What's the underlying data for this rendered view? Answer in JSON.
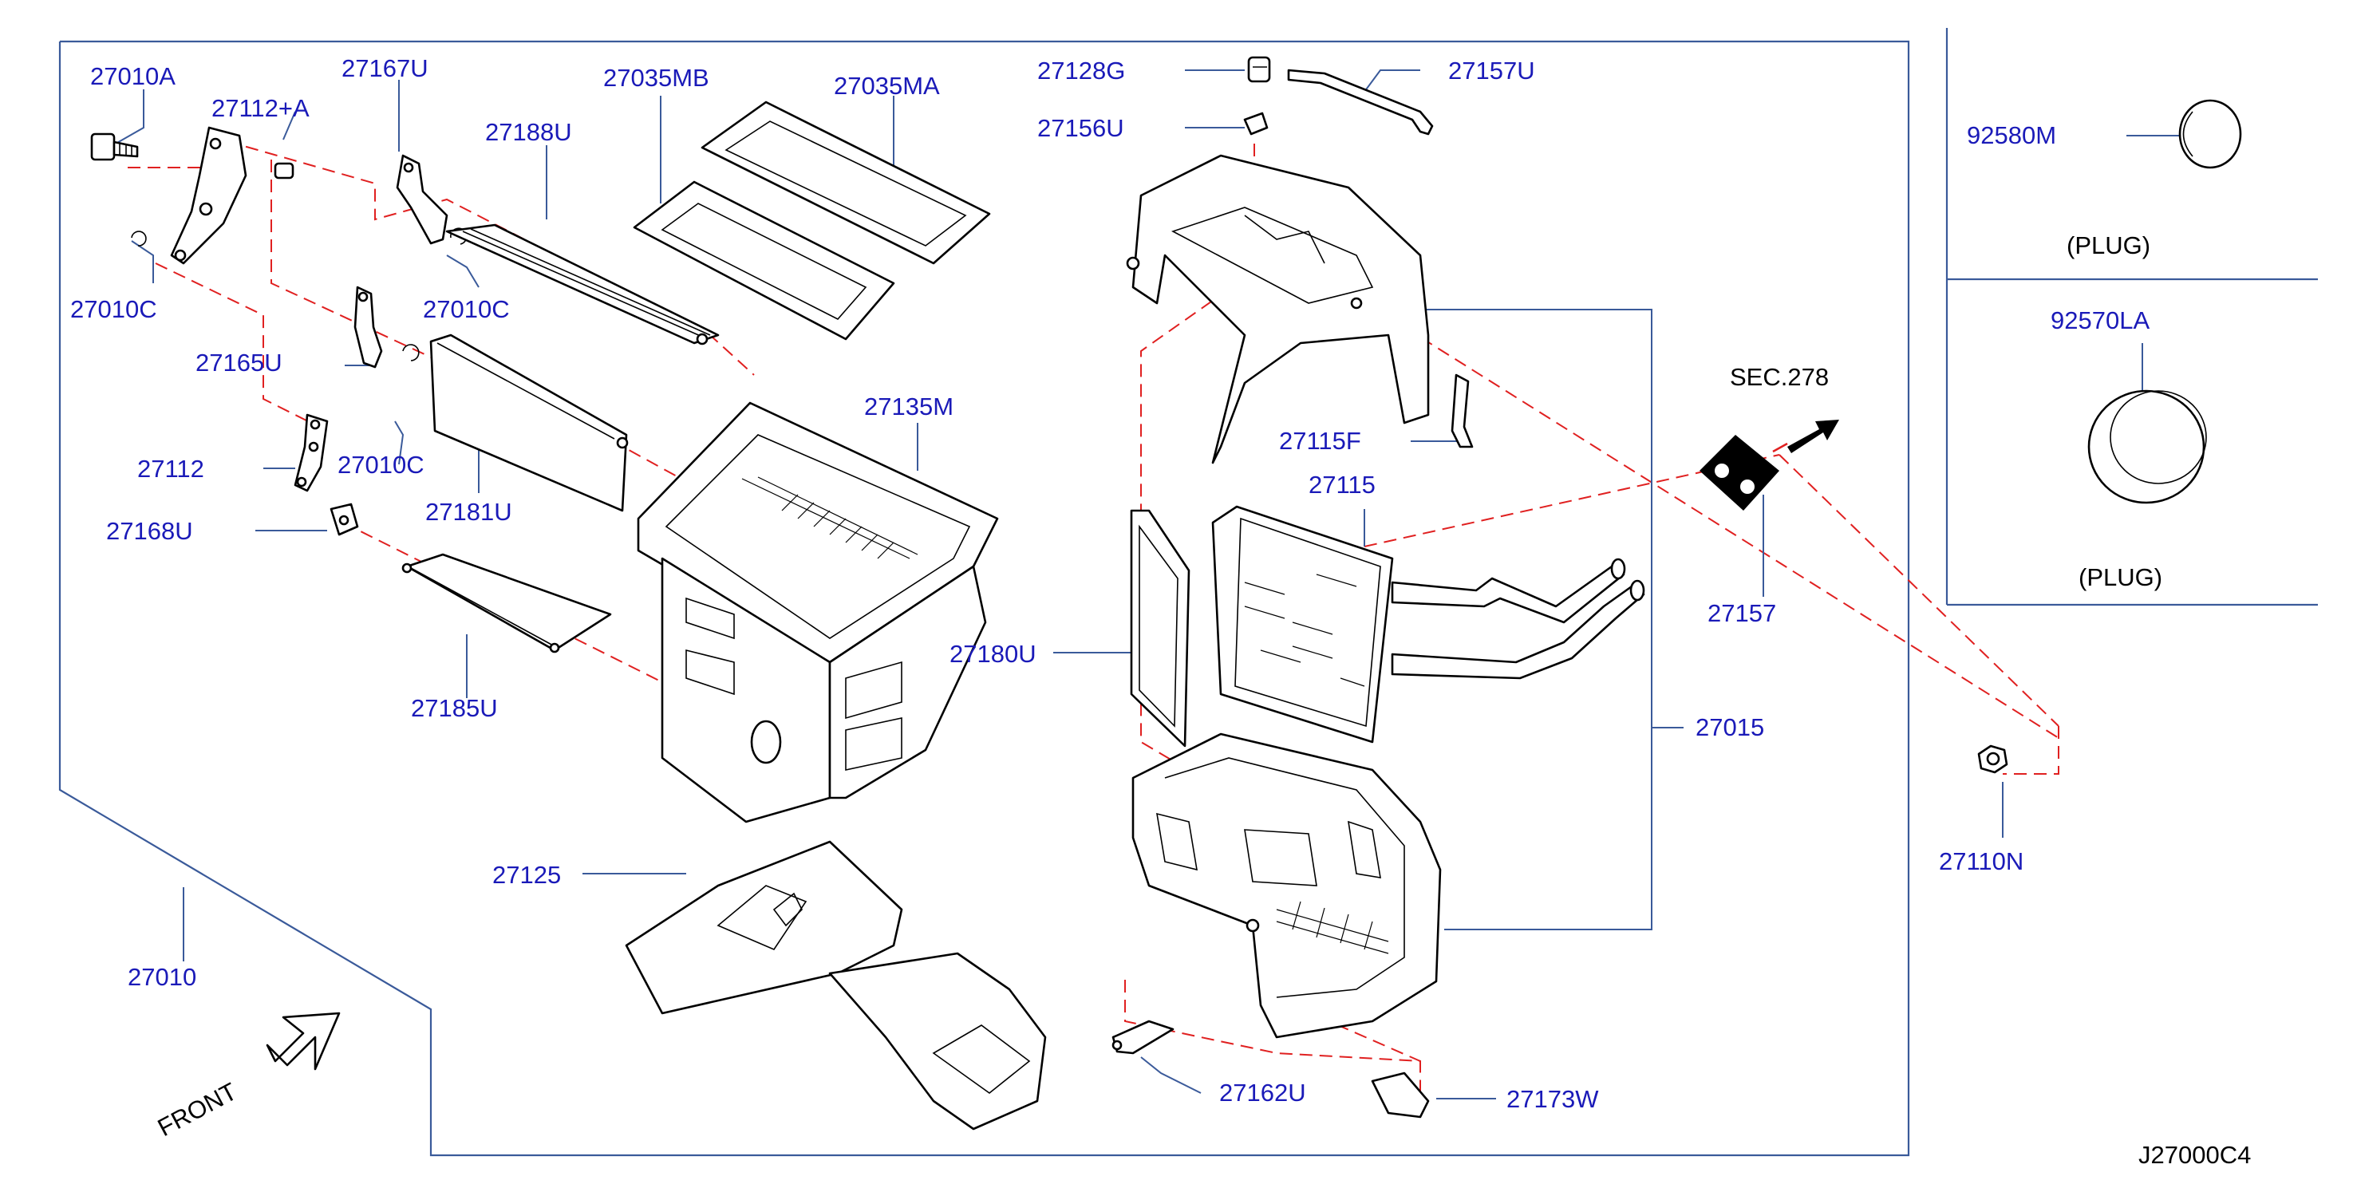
{
  "diagram": {
    "code": "J27000C4",
    "sec_ref": "SEC.278",
    "front_label": "FRONT",
    "plug_labels": [
      "(PLUG)",
      "(PLUG)"
    ],
    "parts": [
      {
        "id": "27010A",
        "label": "27010A"
      },
      {
        "id": "27112A",
        "label": "27112+A"
      },
      {
        "id": "27167U",
        "label": "27167U"
      },
      {
        "id": "27035MB",
        "label": "27035MB"
      },
      {
        "id": "27035MA",
        "label": "27035MA"
      },
      {
        "id": "27188U",
        "label": "27188U"
      },
      {
        "id": "27010C-1",
        "label": "27010C"
      },
      {
        "id": "27010C-2",
        "label": "27010C"
      },
      {
        "id": "27010C-3",
        "label": "27010C"
      },
      {
        "id": "27165U",
        "label": "27165U"
      },
      {
        "id": "27112",
        "label": "27112"
      },
      {
        "id": "27168U",
        "label": "27168U"
      },
      {
        "id": "27181U",
        "label": "27181U"
      },
      {
        "id": "27135M",
        "label": "27135M"
      },
      {
        "id": "27185U",
        "label": "27185U"
      },
      {
        "id": "27125",
        "label": "27125"
      },
      {
        "id": "27010",
        "label": "27010"
      },
      {
        "id": "27128G",
        "label": "27128G"
      },
      {
        "id": "27157U",
        "label": "27157U"
      },
      {
        "id": "27156U",
        "label": "27156U"
      },
      {
        "id": "27115F",
        "label": "27115F"
      },
      {
        "id": "27115",
        "label": "27115"
      },
      {
        "id": "27180U",
        "label": "27180U"
      },
      {
        "id": "27157",
        "label": "27157"
      },
      {
        "id": "27015",
        "label": "27015"
      },
      {
        "id": "27162U",
        "label": "27162U"
      },
      {
        "id": "27173W",
        "label": "27173W"
      },
      {
        "id": "27110N",
        "label": "27110N"
      },
      {
        "id": "92580M",
        "label": "92580M"
      },
      {
        "id": "92570LA",
        "label": "92570LA"
      }
    ]
  }
}
